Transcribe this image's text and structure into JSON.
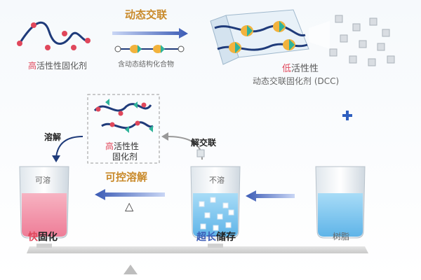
{
  "top": {
    "arrow_label": "动态交联",
    "curing_agent": {
      "prefix": "高",
      "rest": "活性性固化剂"
    },
    "monomer_label": "含动态结构化合物",
    "dcc": {
      "line1_prefix": "低",
      "line1_rest": "活性性",
      "line2": "动态交联固化剂 (DCC)"
    }
  },
  "middle": {
    "dissolve_label": "溶解",
    "dashed_box": {
      "line1_prefix": "高",
      "line1_rest": "活性性",
      "line2": "固化剂"
    },
    "decrosslink_label": "解交联",
    "controlled_dissolve": "可控溶解",
    "plus": "+",
    "triangle": "△"
  },
  "beakers": {
    "left": {
      "label": "可溶"
    },
    "middle": {
      "label": "不溶"
    }
  },
  "bottom": {
    "fast_cure": {
      "prefix": "快",
      "rest": "固化"
    },
    "long_storage": {
      "prefix": "超长",
      "rest": "储存"
    },
    "resin": "树脂"
  },
  "colors": {
    "accent_red": "#e0475b",
    "arrow_blue": "#3b5bb5",
    "title_orange": "#c98a2a",
    "pink_liquid": "#f08aa0",
    "blue_liquid": "#7fc7f0"
  }
}
